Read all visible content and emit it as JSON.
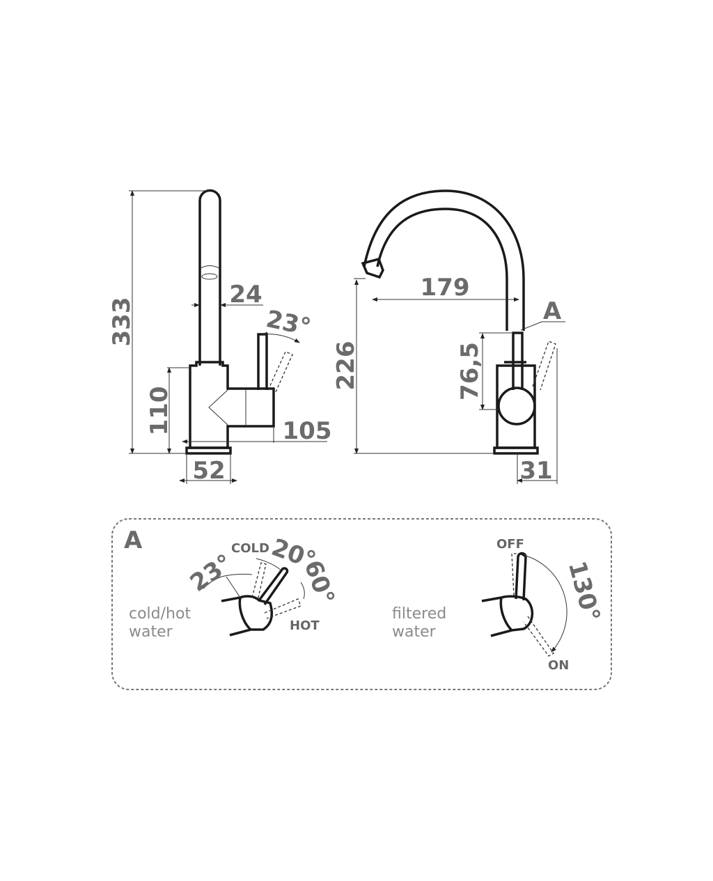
{
  "side_view": {
    "height_total": "333",
    "body_height": "110",
    "spout_diameter": "24",
    "lever_angle": "23°",
    "handle_reach": "105",
    "base_width": "52"
  },
  "front_view": {
    "spout_height": "226",
    "spout_reach": "179",
    "lever_height": "76,5",
    "lever_offset": "31",
    "detail_ref": "A"
  },
  "detail": {
    "title": "A",
    "cold_hot": {
      "caption_line1": "cold/hot",
      "caption_line2": "water",
      "cold_label": "COLD",
      "hot_label": "HOT",
      "angle_lift": "23°",
      "angle_cold": "20°",
      "angle_hot": "60°"
    },
    "filtered": {
      "caption_line1": "filtered",
      "caption_line2": "water",
      "off_label": "OFF",
      "on_label": "ON",
      "angle": "130°"
    }
  }
}
